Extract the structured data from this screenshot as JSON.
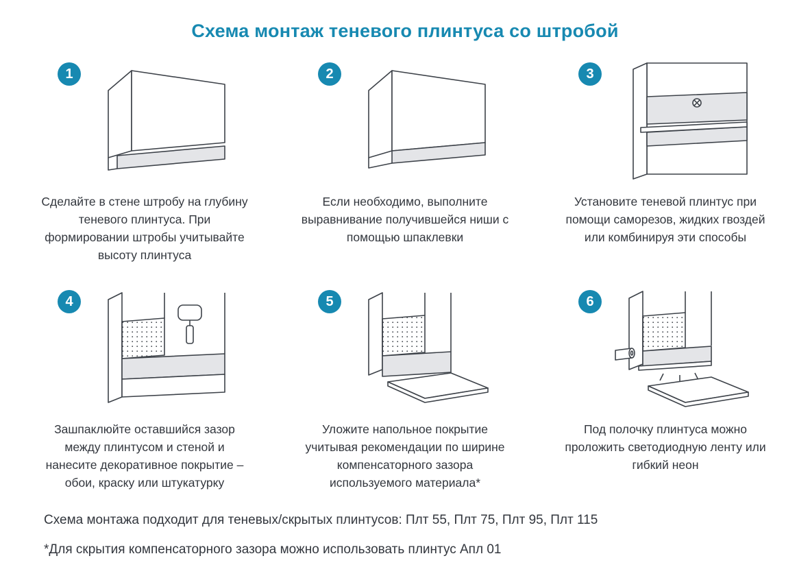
{
  "title": "Схема монтаж теневого плинтуса со штробой",
  "steps": [
    {
      "number": "1",
      "caption": "Сделайте в стене штробу на глубину теневого плинтуса. При формировании штробы учитывайте высоту плинтуса",
      "illustration": "wall-corner-with-groove"
    },
    {
      "number": "2",
      "caption": "Если необходимо, выполните выравнивание получившейся ниши с помощью шпаклевки",
      "illustration": "wall-corner-leveled-niche"
    },
    {
      "number": "3",
      "caption": "Установите теневой плинтус при помощи саморезов, жидких гвоздей или комбинируя эти способы",
      "illustration": "plinth-fixed-with-screw"
    },
    {
      "number": "4",
      "caption": "Зашпаклюйте оставшийся зазор между плинтусом и стеной и нанесите декоративное покрытие – обои, краску или штукатурку",
      "illustration": "spackle-and-paint-roller"
    },
    {
      "number": "5",
      "caption": "Уложите напольное покрытие учитывая рекомендации по ширине компенсаторного зазора используемого материала*",
      "illustration": "floor-covering-laid"
    },
    {
      "number": "6",
      "caption": "Под полочку плинтуса можно проложить светодиодную ленту или гибкий неон",
      "illustration": "led-strip-under-plinth"
    }
  ],
  "footnotes": [
    "Схема монтажа подходит для теневых/скрытых плинтусов: Плт 55, Плт 75, Плт 95, Плт 115",
    "*Для скрытия компенсаторного зазора можно использовать плинтус Апл 01"
  ],
  "colors": {
    "accent": "#1789b1",
    "line": "#3d4249",
    "fill_light": "#e4e5e8",
    "text": "#33373e"
  }
}
